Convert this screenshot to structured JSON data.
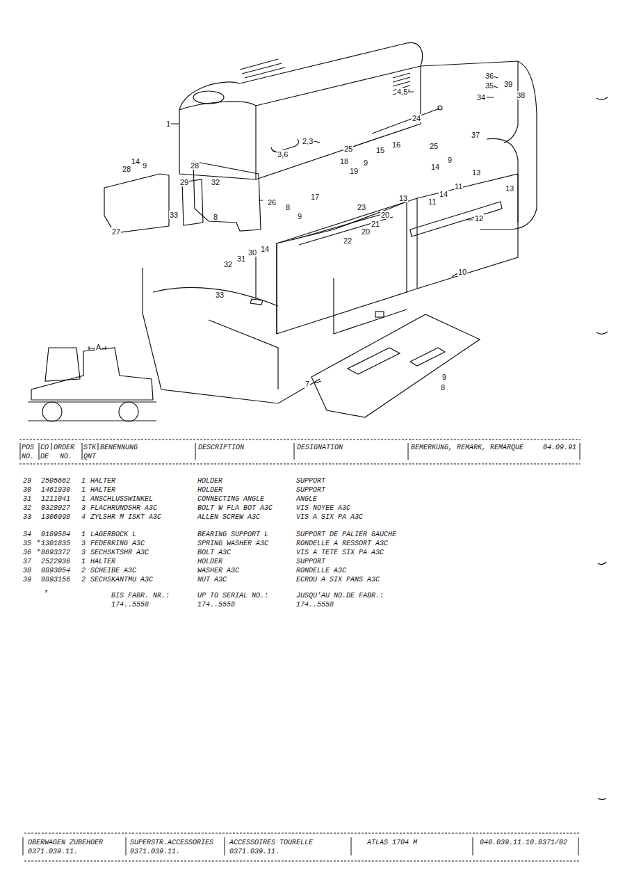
{
  "diagram": {
    "labels": [
      "36",
      "35",
      "39",
      "34",
      "38",
      "4,5",
      "1",
      "2,3",
      "3,6",
      "24",
      "25",
      "16",
      "25",
      "37",
      "14",
      "9",
      "28",
      "28",
      "15",
      "18",
      "19",
      "9",
      "29",
      "32",
      "26",
      "14",
      "9",
      "13",
      "11",
      "14",
      "17",
      "13",
      "13",
      "11",
      "8",
      "9",
      "23",
      "20",
      "21",
      "20",
      "22",
      "33",
      "8",
      "27",
      "12",
      "10",
      "30",
      "14",
      "31",
      "32",
      "33",
      "A",
      "7",
      "9",
      "8",
      "POS",
      "CO",
      "ORDER",
      "STK",
      "BENENNUNG",
      "DESCRIPTION",
      "DESIGNATION",
      "BEMERKUNG, REMARK, REMARQUE",
      "04.09.91",
      "NO.",
      "DE",
      "NO.",
      "QNT",
      "29",
      "2505662",
      "1",
      "HALTER",
      "HOLDER",
      "SUPPORT",
      "30",
      "1461930",
      "1",
      "HALTER",
      "HOLDER",
      "SUPPORT",
      "31",
      "1211041",
      "1",
      "ANSCHLUSSWINKEL",
      "CONNECTING ANGLE",
      "ANGLE",
      "32",
      "0328027",
      "3",
      "FLACHRUNDSHR A3C",
      "BOLT W FLA BOT A3C",
      "VIS NOYEE A3C",
      "33",
      "1306998",
      "4",
      "ZYLSHR M ISKT A3C",
      "ALLEN SCREW A3C",
      "VIS A SIX PA A3C",
      "34",
      "0189584",
      "1",
      "LAGERBOCK L",
      "BEARING SUPPORT L",
      "SUPPORT DE PALIER GAUCHE",
      "35",
      "*",
      "1301835",
      "3",
      "FEDERRING A3C",
      "SPRING WASHER A3C",
      "RONDELLE A RESSORT A3C",
      "36",
      "*",
      "0893372",
      "3",
      "SECHSKTSHR A3C",
      "BOLT A3C",
      "VIS A TETE SIX PA A3C",
      "37",
      "2522936",
      "1",
      "HALTER",
      "HOLDER",
      "SUPPORT",
      "38",
      "0893054",
      "2",
      "SCHEIBE A3C",
      "WASHER A3C",
      "RONDELLE A3C",
      "39",
      "0893156",
      "2",
      "SECHSKANTMU A3C",
      "NUT A3C",
      "ECROU A SIX PANS A3C",
      "*",
      "BIS FABR. NR.:",
      "174..5558",
      "UP TO SERIAL NO.:",
      "174..5558",
      "JUSQU'AU NO.DE FABR.:",
      "174..5558",
      "OBERWAGEN ZUBEHOER",
      "0371.039.11.",
      "SUPERSTR.ACCESSORIES",
      "0371.039.11.",
      "ACCESSOIRES TOURELLE",
      "0371.039.11.",
      "ATLAS 1704 M",
      "040.039.11.10.0371/02"
    ]
  }
}
